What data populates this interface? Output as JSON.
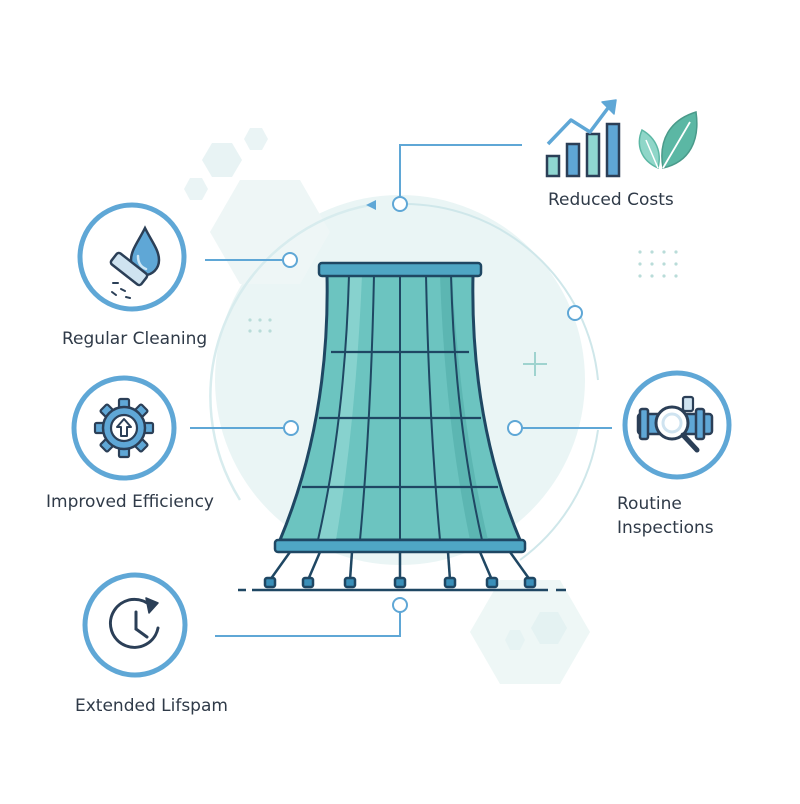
{
  "colors": {
    "accent_blue": "#5fa7d6",
    "teal_fill": "#6cc4c0",
    "tower_stroke": "#1f4763",
    "icon_dark": "#2b3f57",
    "leaf_green": "#5bb7a4",
    "text": "#2f3a48"
  },
  "labels": {
    "regular_cleaning": "Regular Cleaning",
    "improved_efficiency": "Improved Efficiency",
    "extended_lifespan": "Extended Lifspam",
    "reduced_costs": "Reduced Costs",
    "routine_inspections": "Routine\nInspections"
  },
  "icons": {
    "regular_cleaning": "water-drop-brush-icon",
    "improved_efficiency": "gear-arrow-up-icon",
    "extended_lifespan": "clock-refresh-icon",
    "reduced_costs": "bar-chart-growth-icon",
    "reduced_costs_extra": "leaf-icon",
    "routine_inspections": "pipe-magnifier-icon"
  }
}
